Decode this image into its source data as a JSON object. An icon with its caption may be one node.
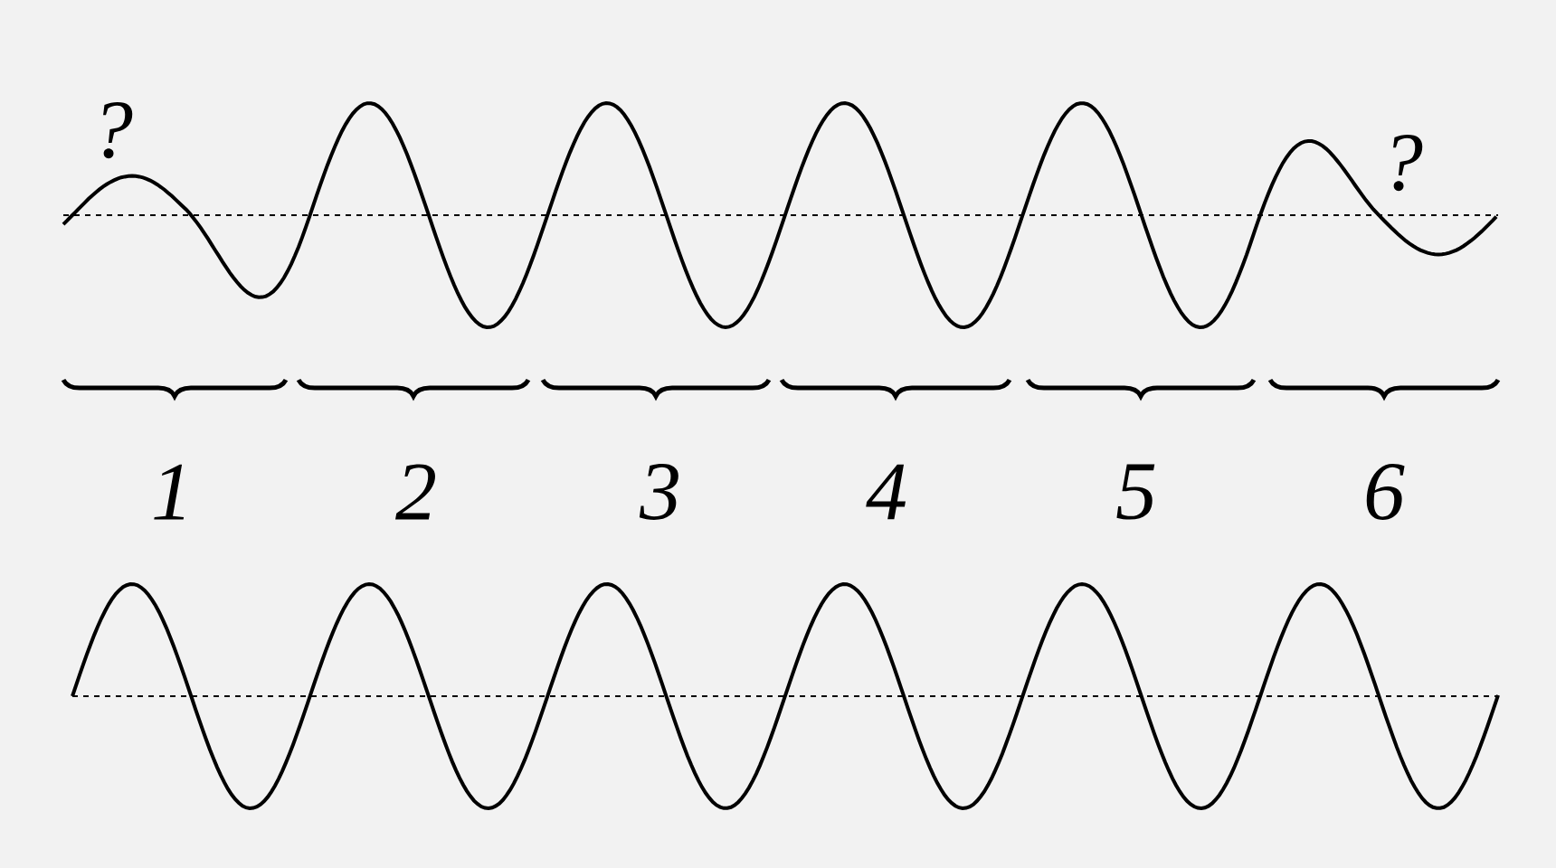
{
  "diagram": {
    "labels": [
      "?",
      "?",
      "1",
      "2",
      "3",
      "4",
      "5",
      "6"
    ]
  }
}
